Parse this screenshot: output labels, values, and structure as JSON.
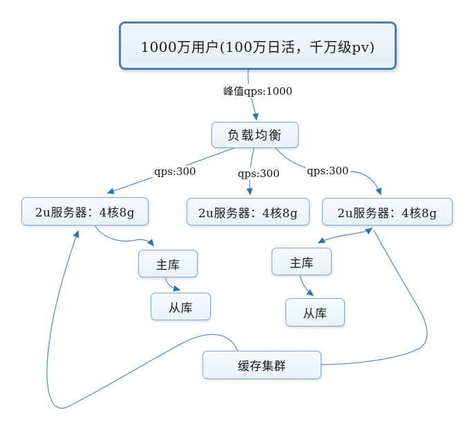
{
  "nodes": {
    "users": {
      "label": "1000万用户(100万日活，千万级pv)"
    },
    "load_balancer": {
      "label": "负载均衡"
    },
    "server1": {
      "label": "2u服务器：4核8g"
    },
    "server2": {
      "label": "2u服务器：4核8g"
    },
    "server3": {
      "label": "2u服务器：4核8g"
    },
    "master1": {
      "label": "主库"
    },
    "slave1": {
      "label": "从库"
    },
    "master2": {
      "label": "主库"
    },
    "slave2": {
      "label": "从库"
    },
    "cache": {
      "label": "缓存集群"
    }
  },
  "edge_labels": {
    "peak_qps": "峰值qps:1000",
    "qps_left": "qps:300",
    "qps_middle": "qps:300",
    "qps_right": "qps:300"
  },
  "colors": {
    "background": "#ffffff",
    "node_fill": "#eef4fb",
    "node_border": "#7ea8cf",
    "node_border_strong": "#4a80ad",
    "connector_line": "#5d92c4",
    "arrowhead": "#2e74ad",
    "text": "#1a1a1a"
  }
}
